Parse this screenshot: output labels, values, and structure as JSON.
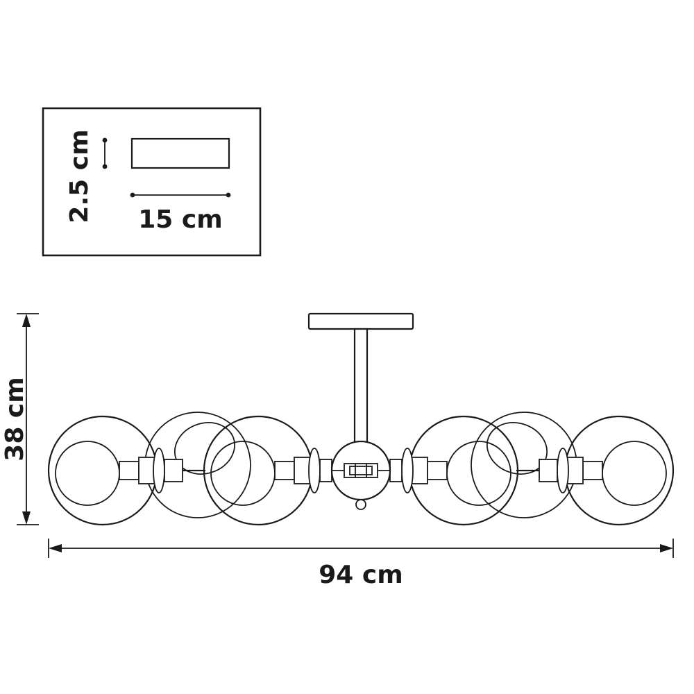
{
  "legend": {
    "height_label": "2.5 cm",
    "width_label": "15 cm"
  },
  "dimensions": {
    "height_label": "38 cm",
    "width_label": "94 cm"
  },
  "colors": {
    "line": "#1a1a1a",
    "background": "#ffffff"
  }
}
